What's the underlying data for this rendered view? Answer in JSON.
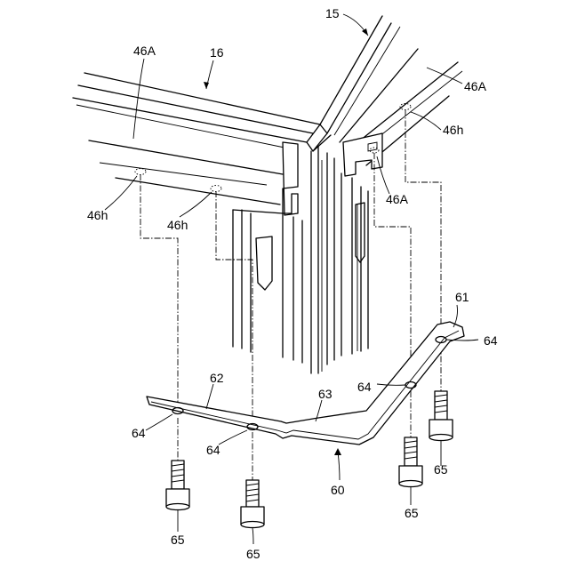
{
  "labels": {
    "frame_15": "15",
    "frame_16": "16",
    "rail_46A_left": "46A",
    "rail_46A_right": "46A",
    "rail_46A_mid": "46A",
    "hole_46h_right": "46h",
    "hole_46h_left": "46h",
    "hole_46h_mid": "46h",
    "plate_61": "61",
    "plate_62": "62",
    "plate_63": "63",
    "plate_60": "60",
    "hole_64_a": "64",
    "hole_64_b": "64",
    "hole_64_c": "64",
    "hole_64_d": "64",
    "bolt_65_a": "65",
    "bolt_65_b": "65",
    "bolt_65_c": "65",
    "bolt_65_d": "65"
  }
}
